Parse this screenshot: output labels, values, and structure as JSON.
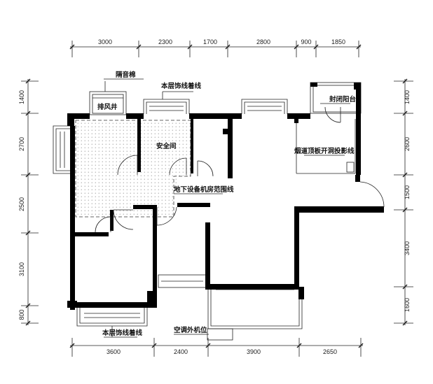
{
  "dimensions": {
    "top": [
      "3000",
      "2300",
      "1700",
      "2800",
      "900",
      "1850"
    ],
    "bottom": [
      "3600",
      "2400",
      "3900",
      "2650"
    ],
    "left": [
      "1400",
      "2700",
      "2500",
      "3100",
      "800"
    ],
    "right": [
      "1400",
      "2600",
      "1500",
      "3400",
      "1600"
    ]
  },
  "labels": {
    "sound_insulation": "隔音棉",
    "air_shaft": "排风井",
    "finish_line_top": "本层饰线着线",
    "finish_line_bottom": "本层饰线着线",
    "enclosed_balcony": "封闭阳台",
    "safety_exit": "安全间",
    "slab_projection": "烟道顶板开洞投影线",
    "equipment_room": "地下设备机房范围线",
    "ac_unit": "空调外机位"
  }
}
